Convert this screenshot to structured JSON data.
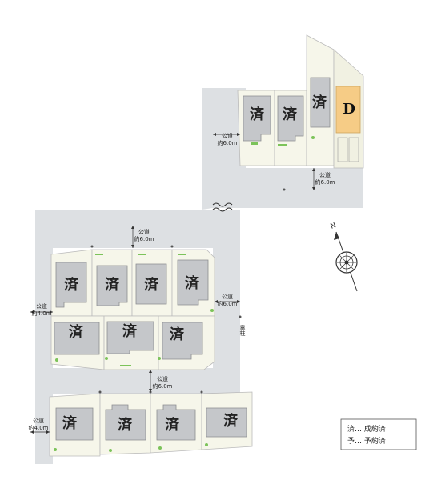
{
  "lots": {
    "sold_mark": "済",
    "available_mark": "D"
  },
  "roads": {
    "north_left": {
      "label": "公道",
      "width": "約6.0m"
    },
    "north_bottom": {
      "label": "公道",
      "width": "約6.0m"
    },
    "middle_top": {
      "label": "公道",
      "width": "約6.0m"
    },
    "middle_right": {
      "label": "公道",
      "width": "約6.0m"
    },
    "middle_left": {
      "label": "公道",
      "width": "約4.0m"
    },
    "lower_middle": {
      "label": "公道",
      "width": "約6.0m"
    },
    "bottom_left": {
      "label": "公道",
      "width": "約4.0m"
    }
  },
  "features": {
    "utility_pole": "電柱"
  },
  "legend": {
    "sold": "済… 成約済",
    "reserved": "予… 予約済"
  },
  "compass": {
    "north_letter": "N"
  },
  "colors": {
    "road": "#dde0e3",
    "lot": "#f6f6ea",
    "house": "#c5c7ca",
    "available_house": "#f6cc86",
    "greenery": "#7cc35a"
  }
}
